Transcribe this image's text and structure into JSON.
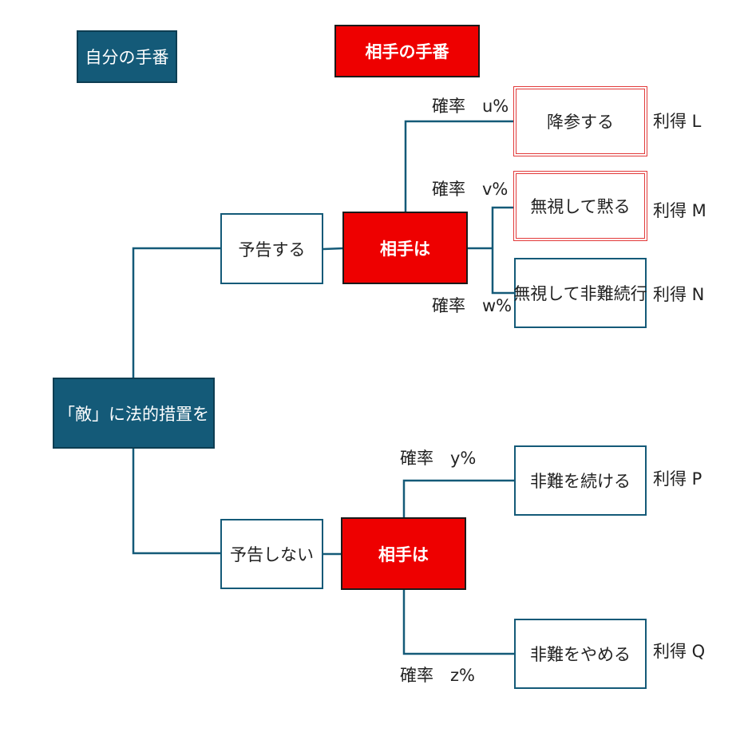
{
  "legend": {
    "self_turn": "自分の手番",
    "opponent_turn": "相手の手番"
  },
  "root": {
    "label": "「敵」に法的措置を"
  },
  "branch_announce": {
    "label": "予告する",
    "response_label": "相手は",
    "outcomes": [
      {
        "probability": "確率　u%",
        "action": "降参する",
        "payoff": "利得 L"
      },
      {
        "probability": "確率　v%",
        "action": "無視して黙る",
        "payoff": "利得 M"
      },
      {
        "probability": "確率　w%",
        "action": "無視して非難続行",
        "payoff": "利得 N"
      }
    ]
  },
  "branch_no_announce": {
    "label": "予告しない",
    "response_label": "相手は",
    "outcomes": [
      {
        "probability": "確率　y%",
        "action": "非難を続ける",
        "payoff": "利得 P"
      },
      {
        "probability": "確率　z%",
        "action": "非難をやめる",
        "payoff": "利得 Q"
      }
    ]
  },
  "colors": {
    "self": "#145a78",
    "opponent": "#ee0000",
    "connector": "#145a78"
  }
}
